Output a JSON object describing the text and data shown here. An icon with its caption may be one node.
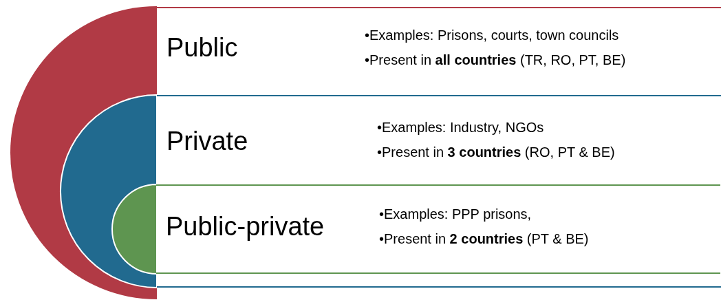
{
  "diagram": {
    "nodes": [
      {
        "text": [
          "Public",
          "•Examples: Prisons, courts, town councils",
          "•Present in **all countries** (TR, RO, PT, BE)"
        ]
      },
      {
        "text": [
          "Private",
          "•Examples: Industry, NGOs",
          "•Present in **3 countries** (RO, PT & BE)"
        ]
      },
      {
        "text": [
          "Public-private",
          "•Examples: PPP prisons,",
          "•Present in **2 countries** (PT & BE)"
        ],
        "in": 1
      }
    ]
  }
}
